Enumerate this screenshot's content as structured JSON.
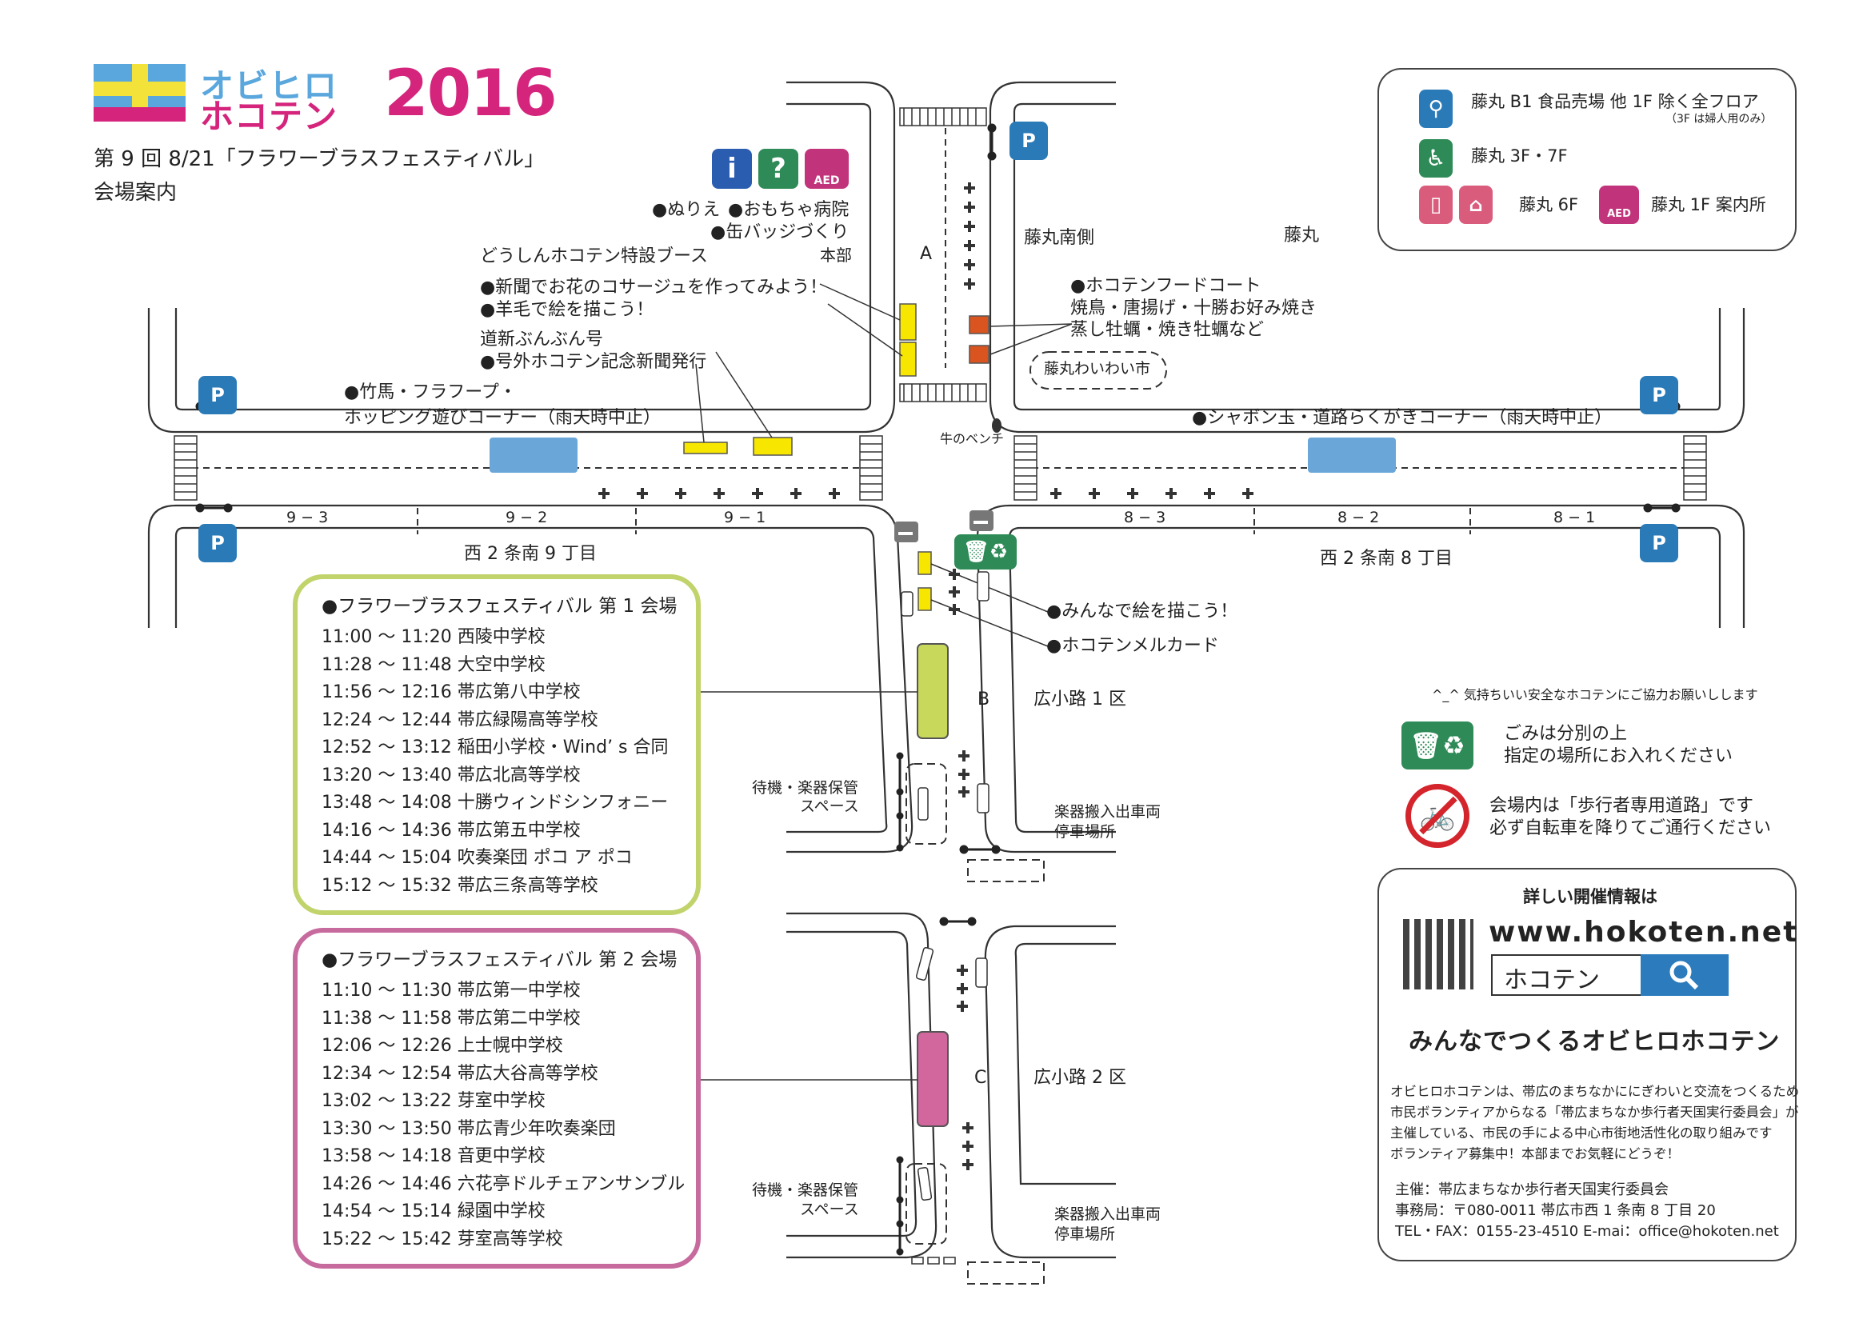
{
  "header": {
    "logo_line1": "オビヒロ",
    "logo_line2": "ホコテン",
    "logo_year": "2016",
    "title_line1": "第 9 回  8/21「フラワーブラスフェスティバル」",
    "title_line2": "会場案内"
  },
  "legend": {
    "toilet_text": "藤丸 B1 食品売場 他 1F 除く全フロア",
    "toilet_note": "（3F は婦人用のみ）",
    "accessible_text": "藤丸 3F・7F",
    "nursing_text": "藤丸 6F",
    "aed_text": "藤丸 1F 案内所",
    "aed_label": "AED"
  },
  "top_icons": {
    "info": "i",
    "question": "?",
    "aed": "AED"
  },
  "map": {
    "labels": {
      "nurie": "●ぬりえ",
      "toy_hospital": "●おもちゃ病院",
      "can_badge": "●缶バッジづくり",
      "honbu": "本部",
      "doshin_booth": "どうしんホコテン特設ブース",
      "corsage": "●新聞でお花のコサージュを作ってみよう！",
      "wool": "●羊毛で絵を描こう！",
      "bunbun": "道新ぶんぶん号",
      "special_paper": "●号外ホコテン記念新聞発行",
      "takeuma_1": "●竹馬・フラフープ・",
      "takeuma_2": "ホッピング遊びコーナー（雨天時中止）",
      "bubbles": "●シャボン玉・道路らくがきコーナー（雨天時中止）",
      "fujimaru_south": "藤丸南側",
      "fujimaru": "藤丸",
      "food_court": "●ホコテンフードコート",
      "food_1": "焼鳥・唐揚げ・十勝お好み焼き",
      "food_2": "蒸し牡蠣・焼き牡蠣など",
      "waiwai": "藤丸わいわい市",
      "ushi_bench": "牛のベンチ",
      "zone_a": "A",
      "zone_b": "B",
      "zone_c": "C",
      "block_9_3": "9 − 3",
      "block_9_2": "9 − 2",
      "block_9_1": "9 − 1",
      "block_8_3": "8 − 3",
      "block_8_2": "8 − 2",
      "block_8_1": "8 − 1",
      "street_9": "西 2 条南 9 丁目",
      "street_8": "西 2 条南 8 丁目",
      "drawing": "●みんなで絵を描こう！",
      "mail_card": "●ホコテンメルカード",
      "hirokoji_1": "広小路 1 区",
      "hirokoji_2": "広小路 2 区",
      "standby_1a": "待機・楽器保管",
      "standby_1b": "スペース",
      "standby_2a": "待機・楽器保管",
      "standby_2b": "スペース",
      "parking_1a": "楽器搬入出車両",
      "parking_1b": "停車場所",
      "parking_2a": "楽器搬入出車両",
      "parking_2b": "停車場所"
    }
  },
  "stage1": {
    "title": "●フラワーブラスフェスティバル 第 1 会場",
    "items": [
      "11:00 ～ 11:20 西陵中学校",
      "11:28 ～ 11:48 大空中学校",
      "11:56 ～ 12:16 帯広第八中学校",
      "12:24 ～ 12:44 帯広緑陽高等学校",
      "12:52 ～ 13:12 稲田小学校・Wind’ s 合同",
      "13:20 ～ 13:40 帯広北高等学校",
      "13:48 ～ 14:08 十勝ウィンドシンフォニー",
      "14:16 ～ 14:36 帯広第五中学校",
      "14:44 ～ 15:04 吹奏楽団 ポコ ア ポコ",
      "15:12 ～ 15:32 帯広三条高等学校"
    ]
  },
  "stage2": {
    "title": "●フラワーブラスフェスティバル 第 2 会場",
    "items": [
      "11:10 ～ 11:30 帯広第一中学校",
      "11:38 ～ 11:58 帯広第二中学校",
      "12:06 ～ 12:26 上士幌中学校",
      "12:34 ～ 12:54 帯広大谷高等学校",
      "13:02 ～ 13:22 芽室中学校",
      "13:30 ～ 13:50 帯広青少年吹奏楽団",
      "13:58 ～ 14:18 音更中学校",
      "14:26 ～ 14:46 六花亭ドルチェアンサンブル",
      "14:54 ～ 15:14 緑園中学校",
      "15:22 ～ 15:42 芽室高等学校"
    ]
  },
  "notices": {
    "cooperate": "^_^ 気持ちいい安全なホコテンにご協力お願いしします",
    "trash_1": "ごみは分別の上",
    "trash_2": "指定の場所にお入れください",
    "bike_1": "会場内は「歩行者専用道路」です",
    "bike_2": "必ず自転車を降りてご通行ください"
  },
  "info": {
    "heading": "詳しい開催情報は",
    "url": "www.hokoten.net",
    "search_term": "ホコテン",
    "slogan": "みんなでつくるオビヒロホコテン",
    "description": [
      "オビヒロホコテンは、帯広のまちなかににぎわいと交流をつくるため",
      "市民ボランティアからなる「帯広まちなか歩行者天国実行委員会」が",
      "主催している、市民の手による中心市街地活性化の取り組みです",
      "ボランティア募集中！本部までお気軽にどうぞ！"
    ],
    "organizer": "主催：帯広まちなか歩行者天国実行委員会",
    "office": "事務局：〒080-0011 帯広市西 1 条南 8 丁目 20",
    "contact": "TEL・FAX：0155-23-4510  E-mai：office@hokoten.net"
  },
  "colors": {
    "logo_blue": "#5aa7dd",
    "logo_yellow": "#f2e23a",
    "logo_magenta": "#d4247c",
    "parking_blue": "#2a7ab8",
    "info_blue": "#2a5db0",
    "green": "#2e8b57",
    "aed_magenta": "#c1337a",
    "pink": "#d95c7c",
    "booth_yellow": "#f7e600",
    "booth_orange": "#d9541e",
    "stage1_green": "#c8d85a",
    "stage2_pink": "#d2679e",
    "tent_blue": "#6aa7d8"
  }
}
